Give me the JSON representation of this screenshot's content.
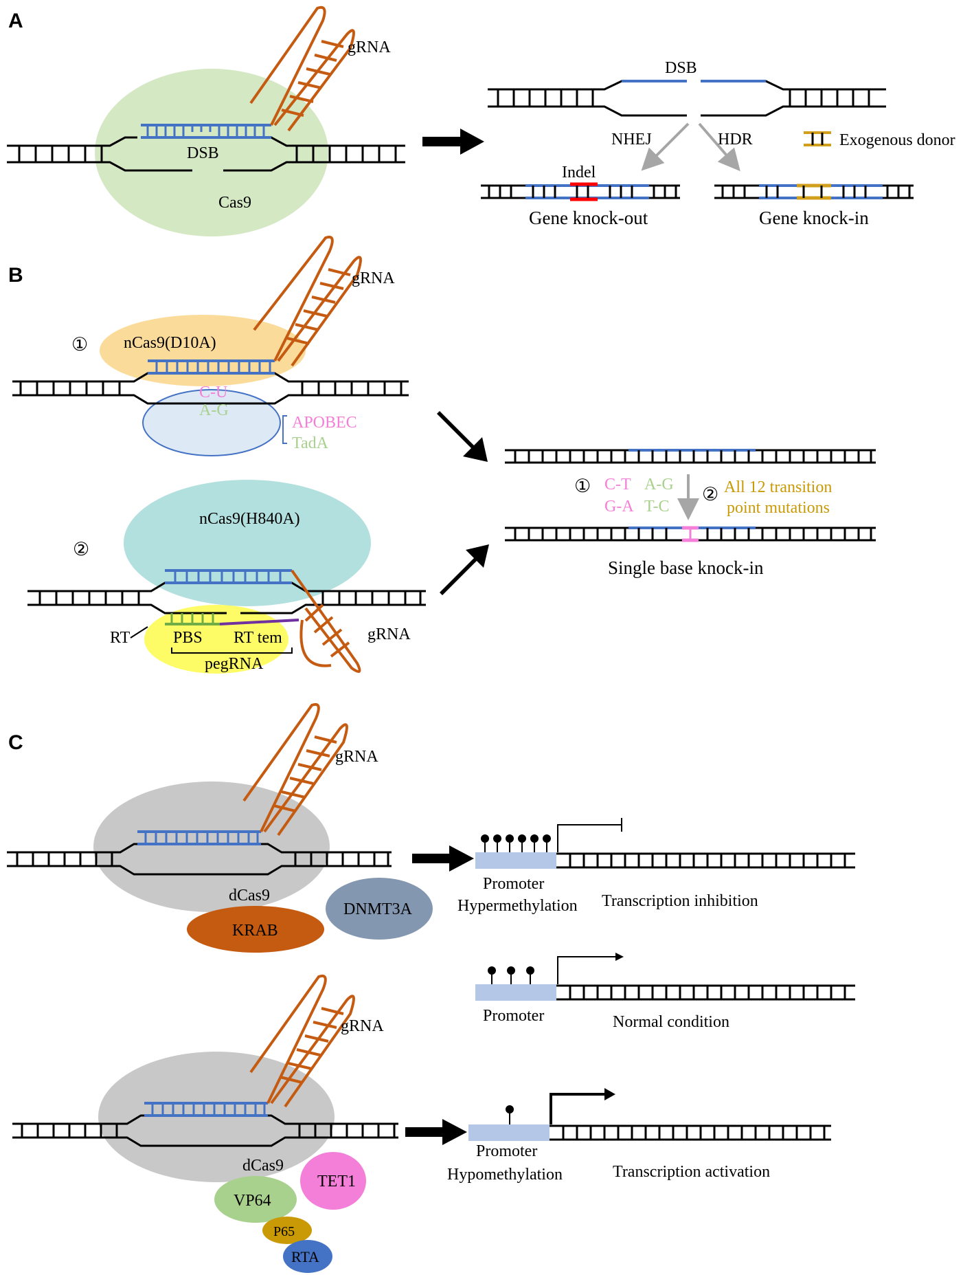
{
  "panel_a": {
    "label": "A",
    "grna": "gRNA",
    "dsb": "DSB",
    "enzyme": "Cas9",
    "dsb_right": "DSB",
    "nhej": "NHEJ",
    "hdr": "HDR",
    "donor_legend": "Exogenous donor",
    "indel": "Indel",
    "knockout": "Gene knock-out",
    "knockin": "Gene knock-in"
  },
  "panel_b": {
    "label": "B",
    "circle1": "①",
    "circle2": "②",
    "grna_top": "gRNA",
    "enzyme1": "nCas9(D10A)",
    "cu": "C-U",
    "ag": "A-G",
    "apobec": "APOBEC",
    "tada": "TadA",
    "enzyme2": "nCas9(H840A)",
    "rt": "RT",
    "pbs": "PBS",
    "rt_tem": "RT tem",
    "pegrna": "pegRNA",
    "grna_bottom": "gRNA",
    "mut_circle1": "①",
    "mut_ct": "C-T",
    "mut_ag": "A-G",
    "mut_ga": "G-A",
    "mut_tc": "T-C",
    "mut_circle2": "②",
    "transition1": "All 12 transition",
    "transition2": "point mutations",
    "result": "Single base knock-in"
  },
  "panel_c": {
    "label": "C",
    "grna_top": "gRNA",
    "dcas9_top": "dCas9",
    "krab": "KRAB",
    "dnmt3a": "DNMT3A",
    "promoter1": "Promoter",
    "hyper": "Hypermethylation",
    "inhibition": "Transcription inhibition",
    "promoter2": "Promoter",
    "normal": "Normal condition",
    "grna_bottom": "gRNA",
    "dcas9_bottom": "dCas9",
    "tet1": "TET1",
    "vp64": "VP64",
    "p65": "P65",
    "rta": "RTA",
    "promoter3": "Promoter",
    "hypo": "Hypomethylation",
    "activation": "Transcription activation"
  },
  "colors": {
    "grna": "#c55a11",
    "guide_strand": "#4472c4",
    "cas9": "#d5e8c4",
    "ncas9_d10a": "#fbdb9a",
    "deaminase": "#dde9f5",
    "ncas9_h840a": "#b2e0de",
    "rt": "#fefc66",
    "dcas9": "#c8c8c8",
    "krab": "#c55a11",
    "dnmt3a": "#8497b0",
    "tet1": "#f47fd8",
    "vp64": "#a9d18e",
    "p65": "#c99a06",
    "rta": "#4472c4",
    "promoter": "#b4c7e7",
    "indel": "#ff0000",
    "donor": "#d29f1c",
    "pink_text": "#f47fd8",
    "green_text": "#a9d18e",
    "gold_text": "#c99a06",
    "pbs": "#70ad47",
    "rt_template": "#7030a0"
  }
}
